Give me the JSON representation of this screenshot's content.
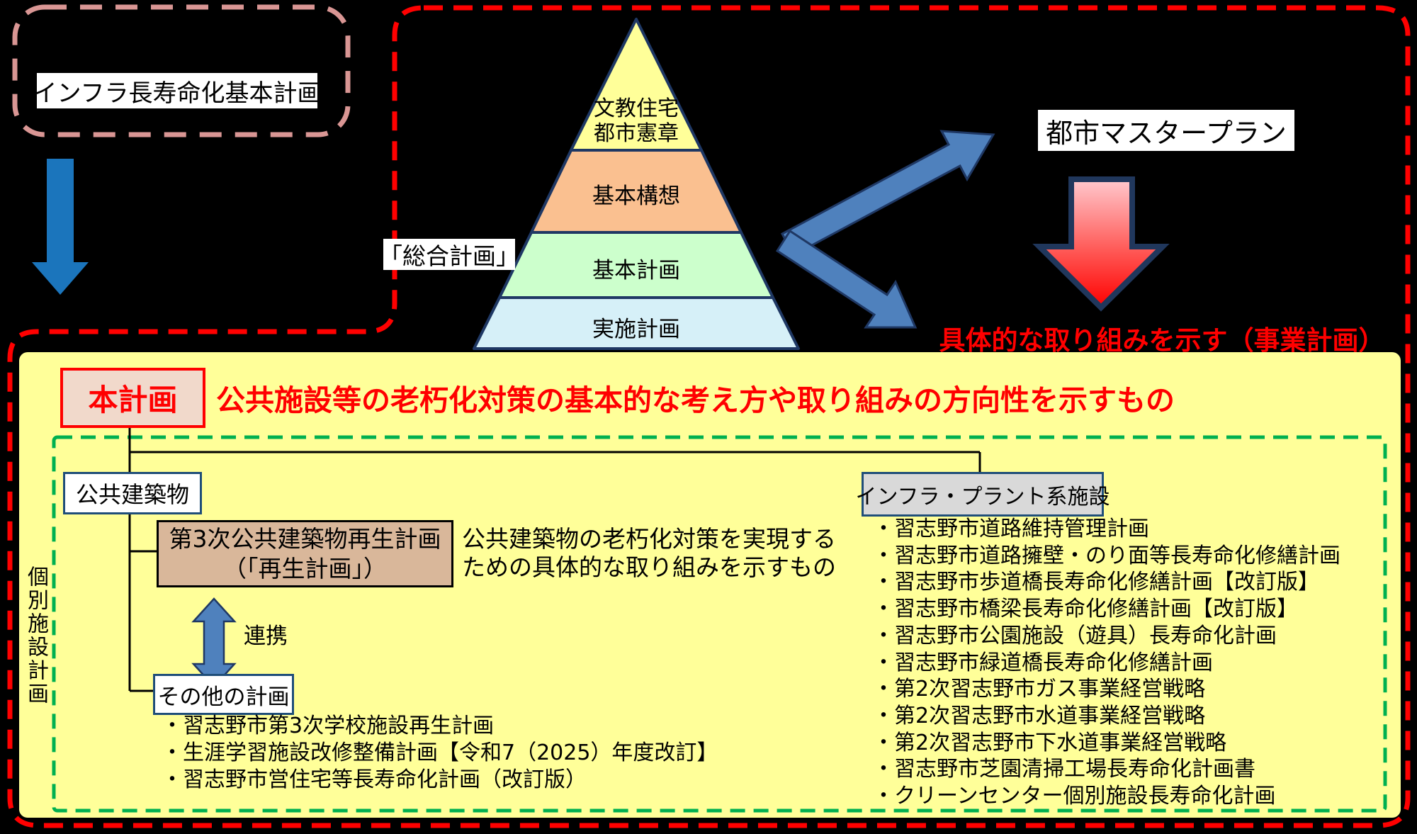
{
  "colors": {
    "background": "#000000",
    "outer_dash_red": "#FF0000",
    "upper_left_dash_pink": "#D99694",
    "yellow_panel": "#FFFF99",
    "green_dash": "#00B050",
    "pyramid_level1": "#FFFF99",
    "pyramid_level2": "#FAC090",
    "pyramid_level3": "#CCFFCC",
    "pyramid_level4": "#D6F0F8",
    "pyramid_outline": "#1F3864",
    "down_arrow_blue": "#1B75BC",
    "diagonal_arrow_blue": "#4F81BD",
    "red_arrow_gradient_top": "#FFC9CE",
    "red_arrow_gradient_bottom": "#FF0000",
    "this_plan_box_fill": "#F1D9CB",
    "regeneration_box_fill": "#D9B79A",
    "infra_box_fill": "#D9D9D9"
  },
  "upper_left_plan": {
    "label": "インフラ長寿命化基本計画"
  },
  "comprehensive_plan": {
    "caption": "「総合計画」",
    "pyramid_levels": [
      {
        "lines": [
          "文教住宅",
          "都市憲章"
        ]
      },
      {
        "lines": [
          "基本構想"
        ]
      },
      {
        "lines": [
          "基本計画"
        ]
      },
      {
        "lines": [
          "実施計画"
        ]
      }
    ]
  },
  "city_master_plan": {
    "label": "都市マスタープラン",
    "note": "具体的な取り組みを示す（事業計画）"
  },
  "this_plan": {
    "badge": "本計画",
    "description": "公共施設等の老朽化対策の基本的な考え方や取り組みの方向性を示すもの"
  },
  "individual_facility_plans": {
    "side_label": "個別施設計画",
    "public_buildings": {
      "label": "公共建築物",
      "regeneration_plan": {
        "lines": [
          "第3次公共建築物再生計画",
          "（「再生計画」）"
        ],
        "note_lines": [
          "公共建築物の老朽化対策を実現する",
          "ための具体的な取り組みを示すもの"
        ]
      },
      "link_label": "連携",
      "other_plans": {
        "label": "その他の計画",
        "items": [
          "・習志野市第3次学校施設再生計画",
          "・生涯学習施設改修整備計画【令和7（2025）年度改訂】",
          "・習志野市営住宅等長寿命化計画（改訂版）"
        ]
      }
    },
    "infrastructure": {
      "label": "インフラ・プラント系施設",
      "items": [
        "・習志野市道路維持管理計画",
        "・習志野市道路擁壁・のり面等長寿命化修繕計画",
        "・習志野市歩道橋長寿命化修繕計画【改訂版】",
        "・習志野市橋梁長寿命化修繕計画【改訂版】",
        "・習志野市公園施設（遊具）長寿命化計画",
        "・習志野市緑道橋長寿命化修繕計画",
        "・第2次習志野市ガス事業経営戦略",
        "・第2次習志野市水道事業経営戦略",
        "・第2次習志野市下水道事業経営戦略",
        "・習志野市芝園清掃工場長寿命化計画書",
        "・クリーンセンター個別施設長寿命化計画"
      ]
    }
  }
}
